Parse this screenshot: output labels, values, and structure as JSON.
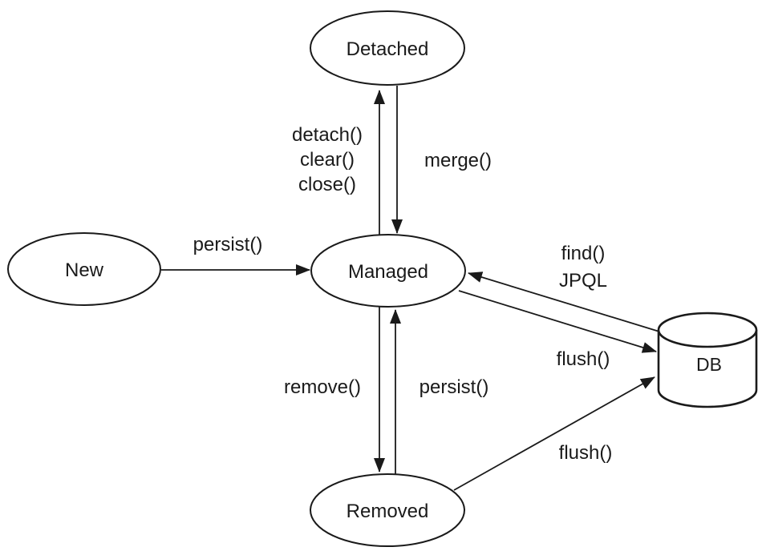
{
  "diagram": {
    "type": "state-diagram",
    "subject": "entity-lifecycle",
    "colors": {
      "background": "#ffffff",
      "stroke": "#1a1a1a",
      "text": "#1a1a1a"
    },
    "nodes": [
      {
        "id": "new",
        "label": "New",
        "shape": "ellipse"
      },
      {
        "id": "detached",
        "label": "Detached",
        "shape": "ellipse"
      },
      {
        "id": "managed",
        "label": "Managed",
        "shape": "ellipse"
      },
      {
        "id": "removed",
        "label": "Removed",
        "shape": "ellipse"
      },
      {
        "id": "db",
        "label": "DB",
        "shape": "cylinder"
      }
    ],
    "edges": [
      {
        "from": "New",
        "to": "Managed",
        "label": "persist()"
      },
      {
        "from": "Managed",
        "to": "Detached",
        "label_lines": [
          "detach()",
          "clear()",
          "close()"
        ]
      },
      {
        "from": "Detached",
        "to": "Managed",
        "label": "merge()"
      },
      {
        "from": "Managed",
        "to": "Removed",
        "label": "remove()"
      },
      {
        "from": "Removed",
        "to": "Managed",
        "label": "persist()"
      },
      {
        "from": "DB",
        "to": "Managed",
        "label_lines": [
          "find()",
          "JPQL"
        ]
      },
      {
        "from": "Managed",
        "to": "DB",
        "label": "flush()"
      },
      {
        "from": "Removed",
        "to": "DB",
        "label": "flush()"
      }
    ]
  }
}
